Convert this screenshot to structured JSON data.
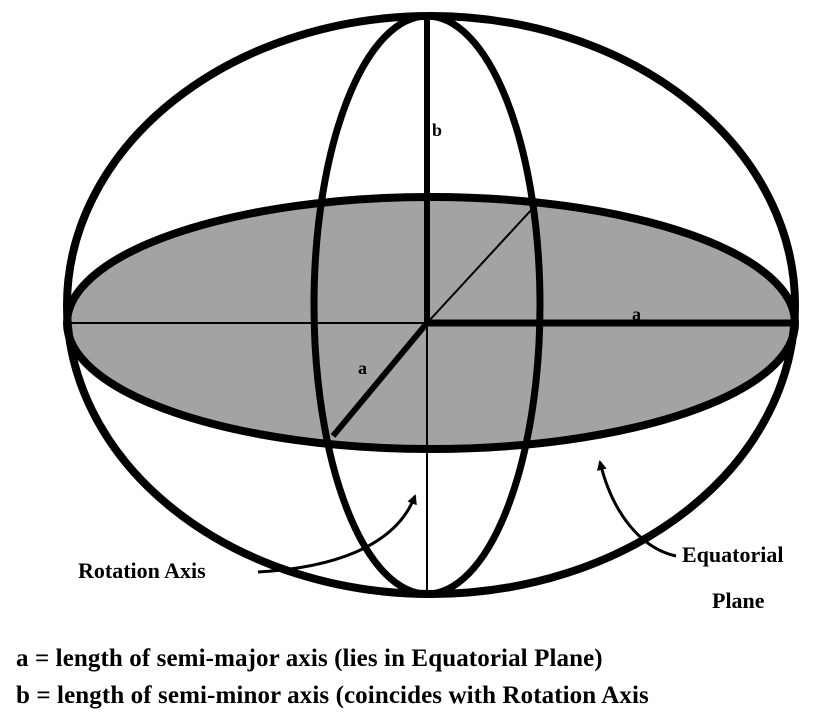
{
  "colors": {
    "outline": "#000000",
    "plane_fill": "#a3a3a3",
    "background": "#ffffff"
  },
  "diagram": {
    "label_b": "b",
    "label_a_horizontal": "a",
    "label_a_diagonal": "a",
    "rotation_axis_label": "Rotation Axis",
    "equatorial_label_line1": "Equatorial",
    "equatorial_label_line2": "Plane"
  },
  "legend": {
    "line_a": "a = length of semi-major axis (lies in Equatorial Plane)",
    "line_b": "b = length of semi-minor axis (coincides with Rotation Axis"
  }
}
